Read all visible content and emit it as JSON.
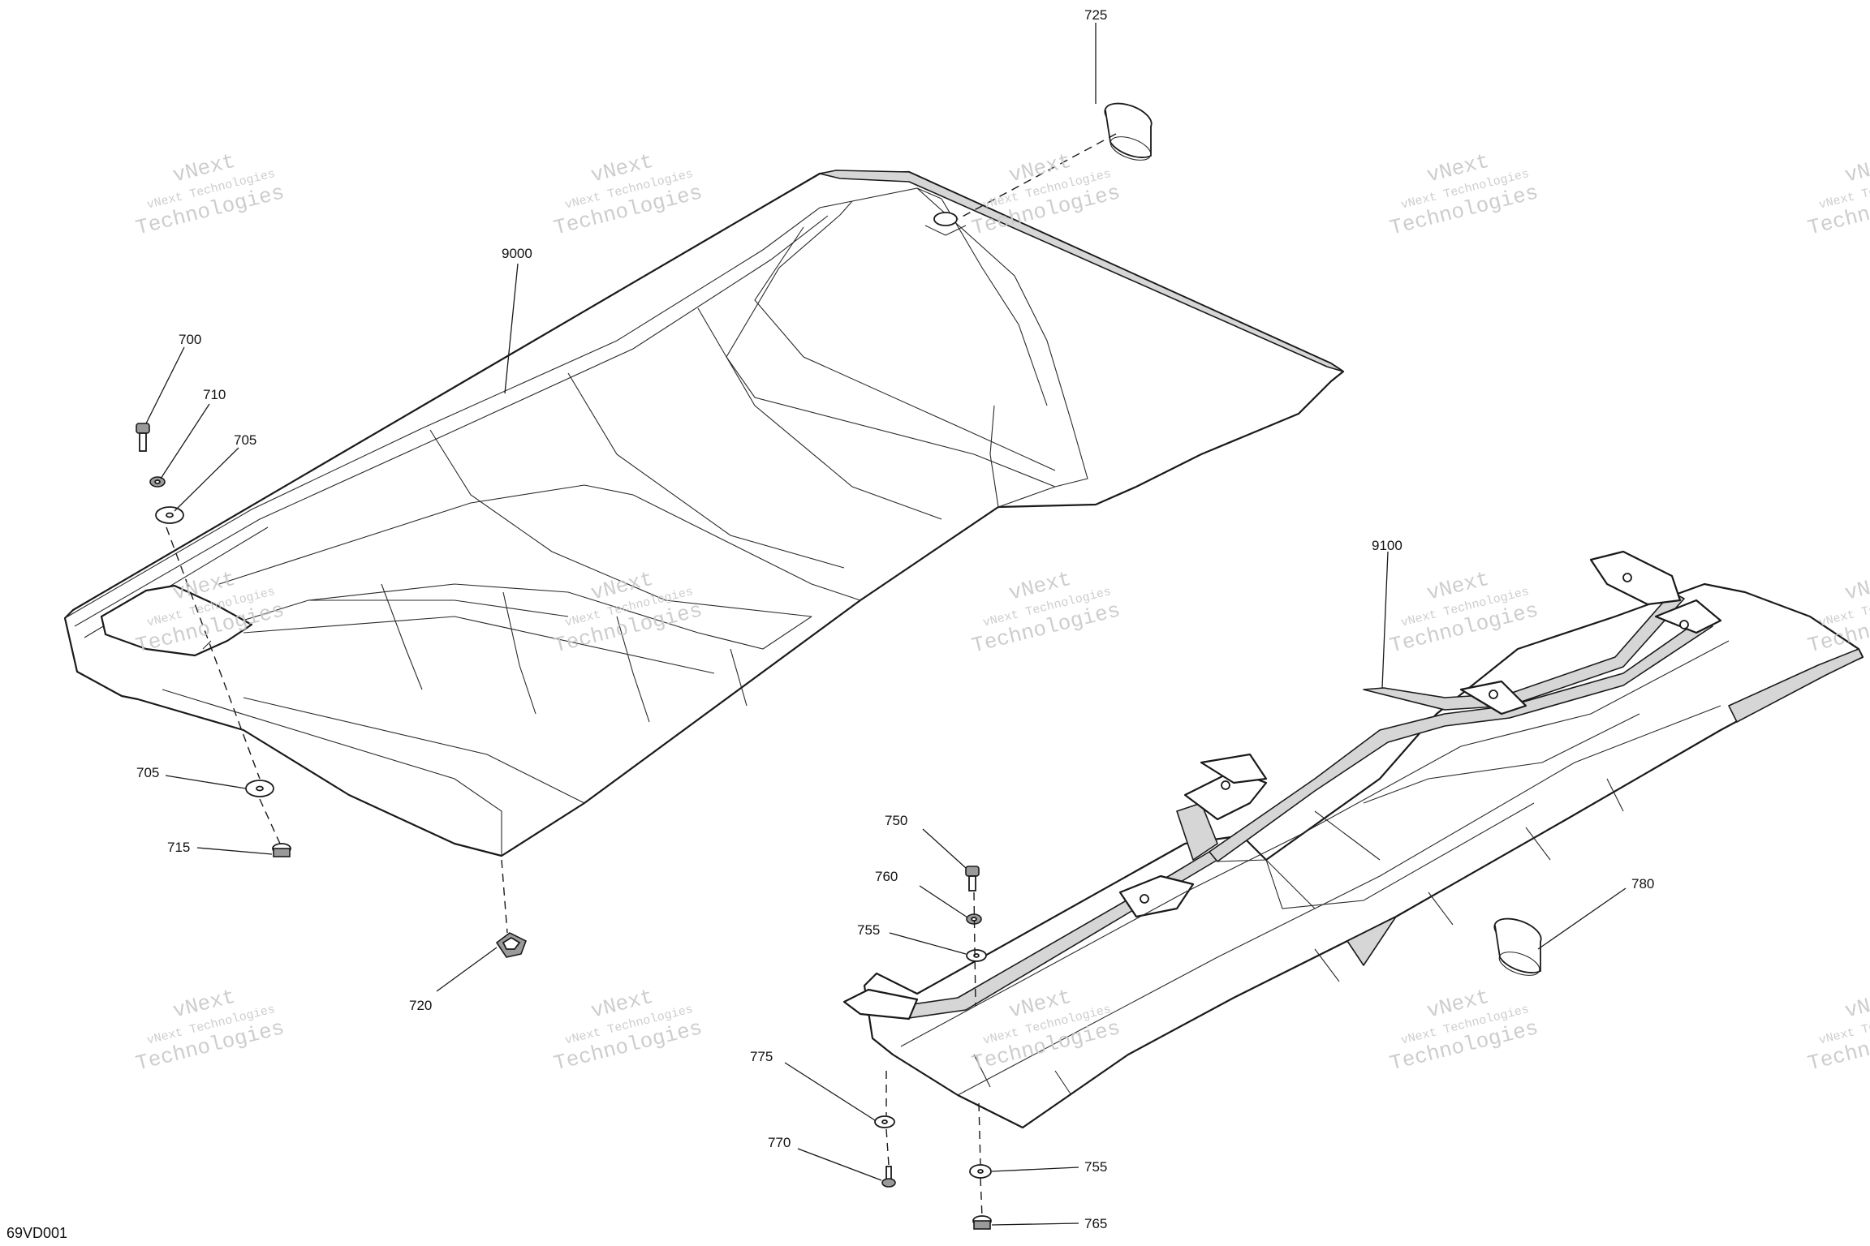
{
  "diagram_id": "69VD001",
  "watermark": {
    "line1": "vNext",
    "line2": "vNext Technologies",
    "line3": "Technologies"
  },
  "callouts": [
    "725",
    "9000",
    "700",
    "710",
    "705",
    "705",
    "715",
    "720",
    "9100",
    "750",
    "760",
    "755",
    "780",
    "775",
    "770",
    "755",
    "765"
  ]
}
